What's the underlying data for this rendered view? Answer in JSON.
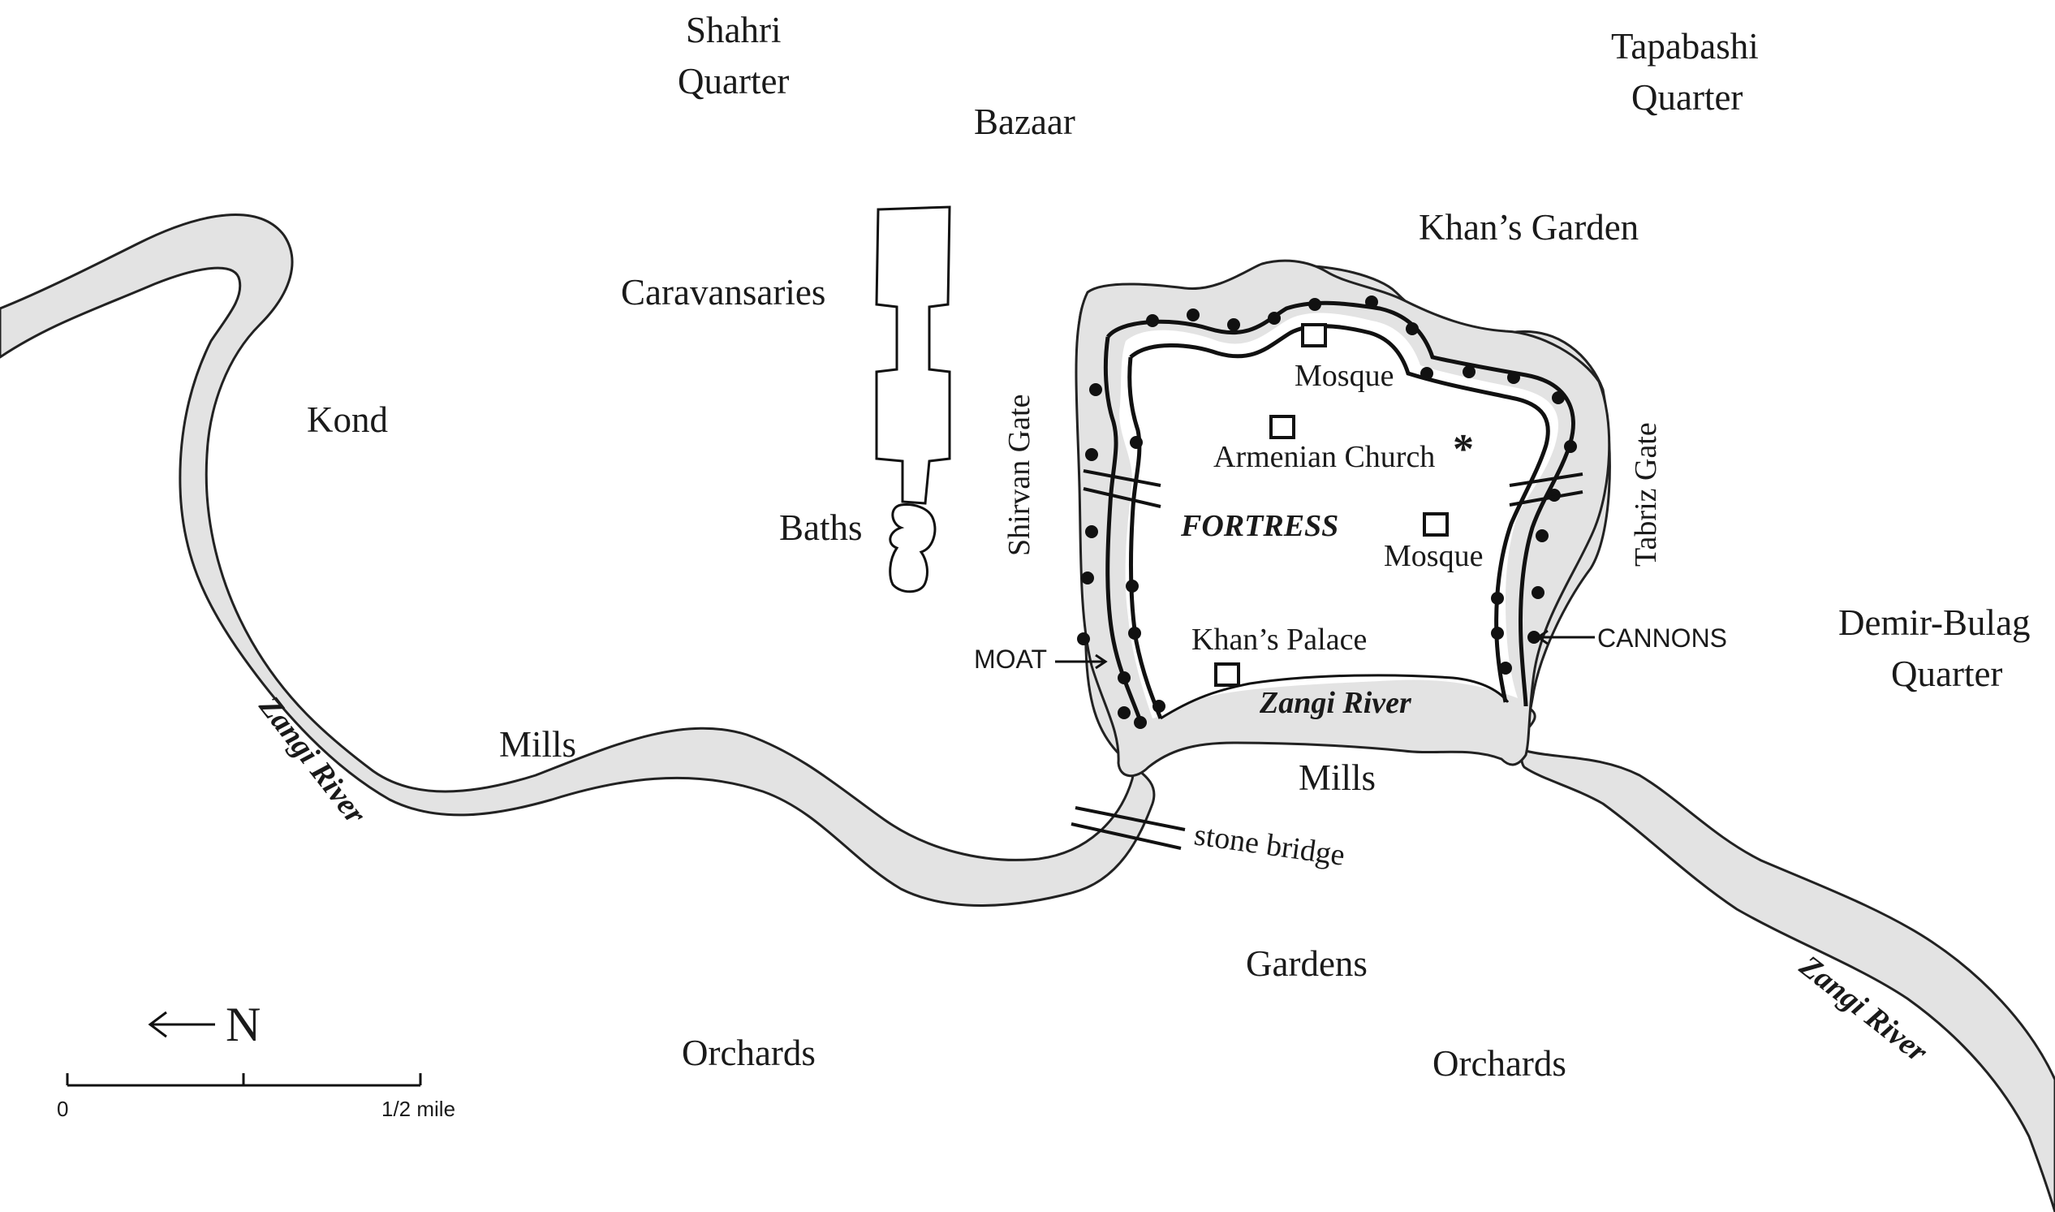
{
  "map": {
    "districts": {
      "shahri": [
        "Shahri",
        "Quarter"
      ],
      "tapabashi": [
        "Tapabashi",
        "Quarter"
      ],
      "demir_bulag": [
        "Demir-Bulag",
        "Quarter"
      ],
      "bazaar": "Bazaar",
      "khans_garden": "Khan’s Garden",
      "caravansaries": "Caravansaries",
      "kond": "Kond",
      "baths": "Baths",
      "mills_west": "Mills",
      "mills_south": "Mills",
      "gardens": "Gardens",
      "orchards_left": "Orchards",
      "orchards_right": "Orchards"
    },
    "fortress": {
      "name": "FORTRESS",
      "mosque_north": "Mosque",
      "armenian_church": "Armenian Church",
      "church_marker": "*",
      "mosque_south": "Mosque",
      "khans_palace": "Khan’s Palace",
      "shirvan_gate": "Shirvan Gate",
      "tabriz_gate": "Tabriz Gate",
      "moat": "MOAT",
      "cannons": "CANNONS"
    },
    "river": {
      "west": "Zangi River",
      "center": "Zangi River",
      "east": "Zangi River",
      "bridge": "stone bridge"
    },
    "north_arrow": "N",
    "scale": {
      "start": "0",
      "end": "1/2 mile"
    }
  },
  "colors": {
    "river_fill": "#e3e3e3",
    "ink": "#111111"
  }
}
